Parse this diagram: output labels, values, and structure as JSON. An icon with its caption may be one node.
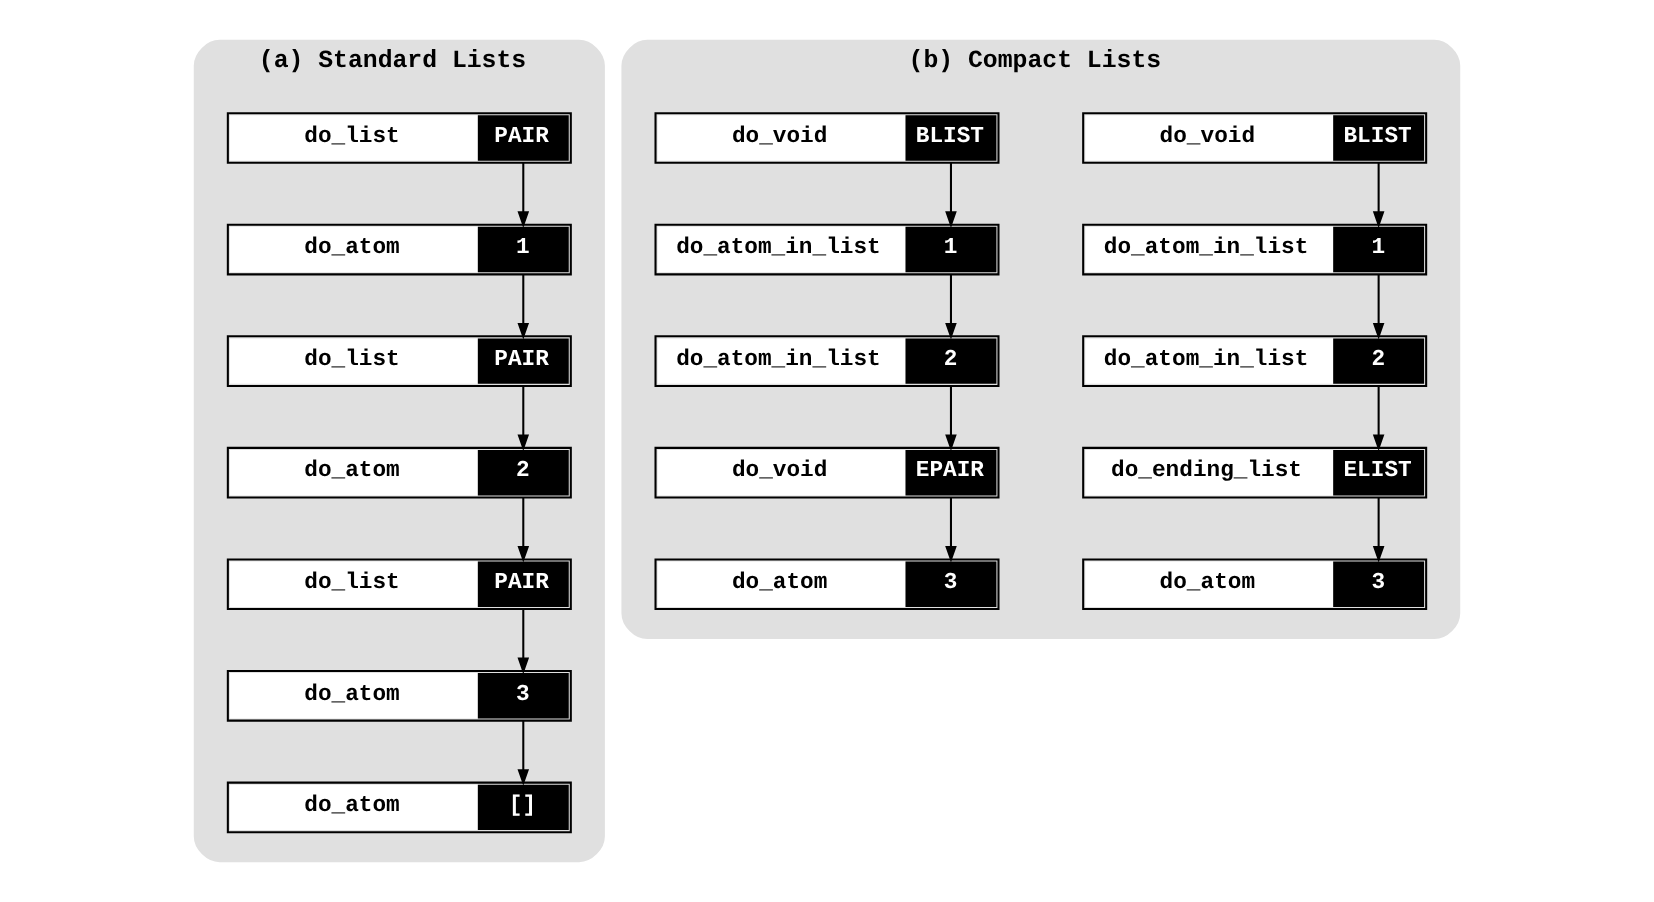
{
  "diagram": {
    "nodes": [
      {
        "text": [
          "(a) Standard Lists"
        ]
      },
      {
        "text": [
          "do_list",
          "PAIR"
        ],
        "in": 0
      },
      {
        "text": [
          "do_atom",
          "1"
        ],
        "in": 0
      },
      {
        "text": [
          "do_list",
          "PAIR"
        ],
        "in": 0
      },
      {
        "text": [
          "do_atom",
          "2"
        ],
        "in": 0
      },
      {
        "text": [
          "do_list",
          "PAIR"
        ],
        "in": 0
      },
      {
        "text": [
          "do_atom",
          "3"
        ],
        "in": 0
      },
      {
        "text": [
          "do_atom",
          "[]"
        ],
        "in": 0
      },
      {
        "text": [
          "(b) Compact Lists"
        ]
      },
      {
        "text": [
          "do_void",
          "BLIST"
        ],
        "in": 8
      },
      {
        "text": [
          "do_atom_in_list",
          "1"
        ],
        "in": 8
      },
      {
        "text": [
          "do_atom_in_list",
          "2"
        ],
        "in": 8
      },
      {
        "text": [
          "do_ending_list",
          "ELIST"
        ],
        "in": 8
      },
      {
        "text": [
          "do_atom",
          "3"
        ],
        "in": 8
      },
      {
        "text": [
          "do_void",
          "BLIST"
        ],
        "in": 8
      },
      {
        "text": [
          "do_atom_in_list",
          "1"
        ],
        "in": 8
      },
      {
        "text": [
          "do_atom_in_list",
          "2"
        ],
        "in": 8
      },
      {
        "text": [
          "do_void",
          "EPAIR"
        ],
        "in": 8
      },
      {
        "text": [
          "do_atom",
          "3"
        ],
        "in": 8
      }
    ],
    "edges": [
      {
        "from": 1,
        "to": 2,
        "arrow": "to"
      },
      {
        "from": 2,
        "to": 3,
        "arrow": "to"
      },
      {
        "from": 3,
        "to": 4,
        "arrow": "to"
      },
      {
        "from": 4,
        "to": 5,
        "arrow": "to"
      },
      {
        "from": 5,
        "to": 6,
        "arrow": "to"
      },
      {
        "from": 6,
        "to": 7,
        "arrow": "to"
      },
      {
        "from": 9,
        "to": 10,
        "arrow": "to"
      },
      {
        "from": 10,
        "to": 11,
        "arrow": "to"
      },
      {
        "from": 11,
        "to": 12,
        "arrow": "to"
      },
      {
        "from": 12,
        "to": 13,
        "arrow": "to"
      },
      {
        "from": 14,
        "to": 15,
        "arrow": "to"
      },
      {
        "from": 15,
        "to": 16,
        "arrow": "to"
      },
      {
        "from": 16,
        "to": 17,
        "arrow": "to"
      },
      {
        "from": 17,
        "to": 18,
        "arrow": "to"
      }
    ]
  }
}
